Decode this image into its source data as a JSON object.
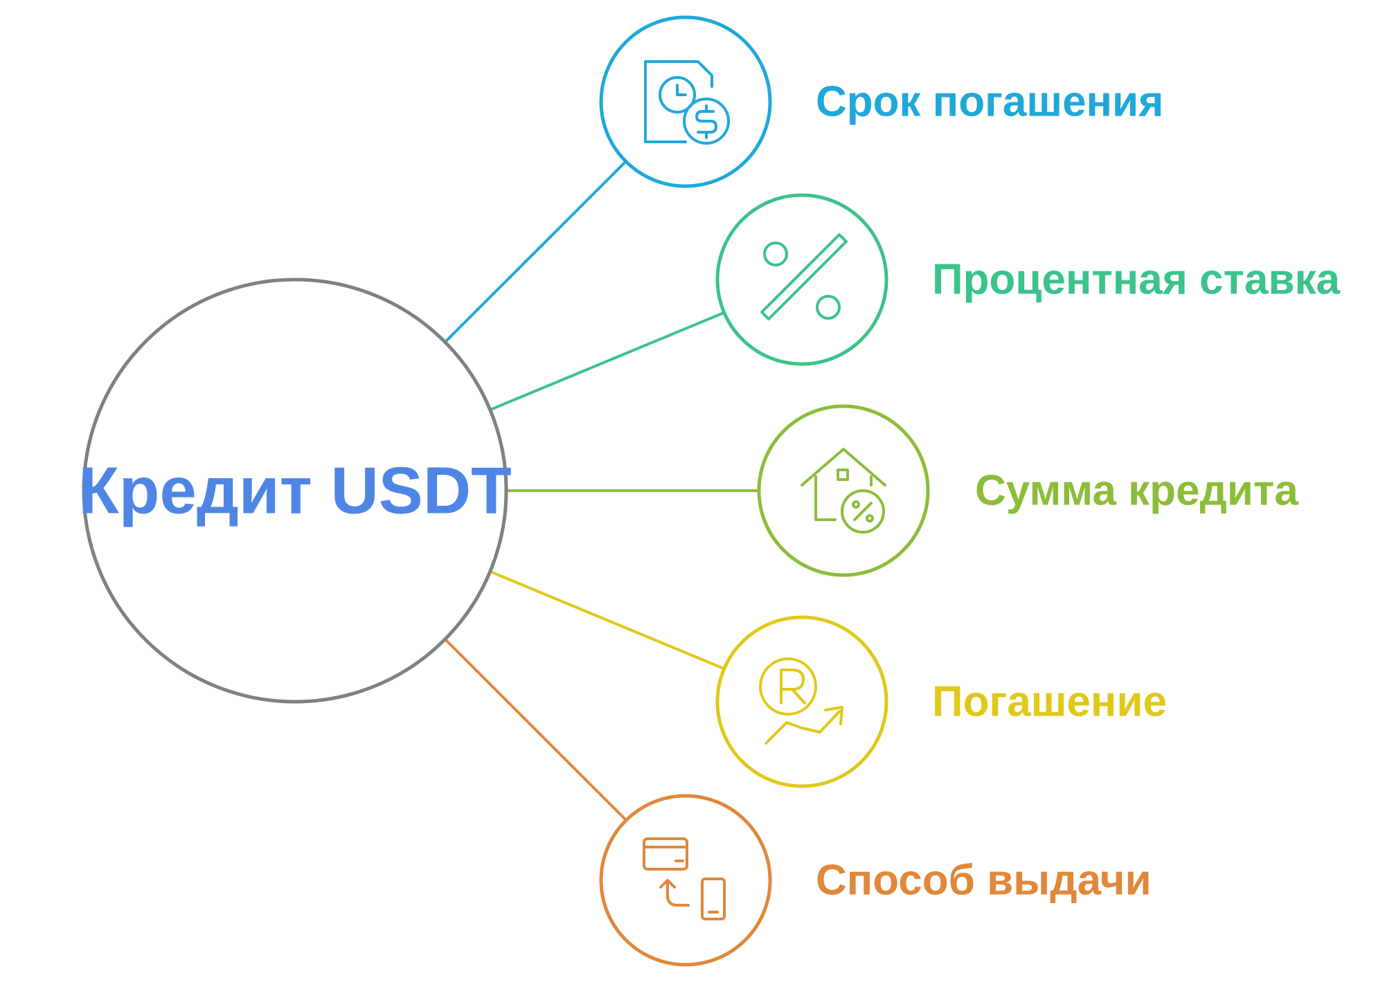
{
  "center": {
    "label": "Кредит USDT",
    "text_color": "#4f86e6",
    "stroke_color": "#808080"
  },
  "nodes": [
    {
      "id": "term",
      "label": "Срок погашения",
      "color": "#1fa8d9",
      "icon": "document-clock-dollar-icon"
    },
    {
      "id": "rate",
      "label": "Процентная ставка",
      "color": "#3cc28a",
      "icon": "percent-icon"
    },
    {
      "id": "amount",
      "label": "Сумма кредита",
      "color": "#8cbd3a",
      "icon": "house-percent-icon"
    },
    {
      "id": "repayment",
      "label": "Погашение",
      "color": "#e0c81a",
      "icon": "ruble-growth-icon"
    },
    {
      "id": "method",
      "label": "Способ выдачи",
      "color": "#e0883a",
      "icon": "card-to-phone-icon"
    }
  ]
}
